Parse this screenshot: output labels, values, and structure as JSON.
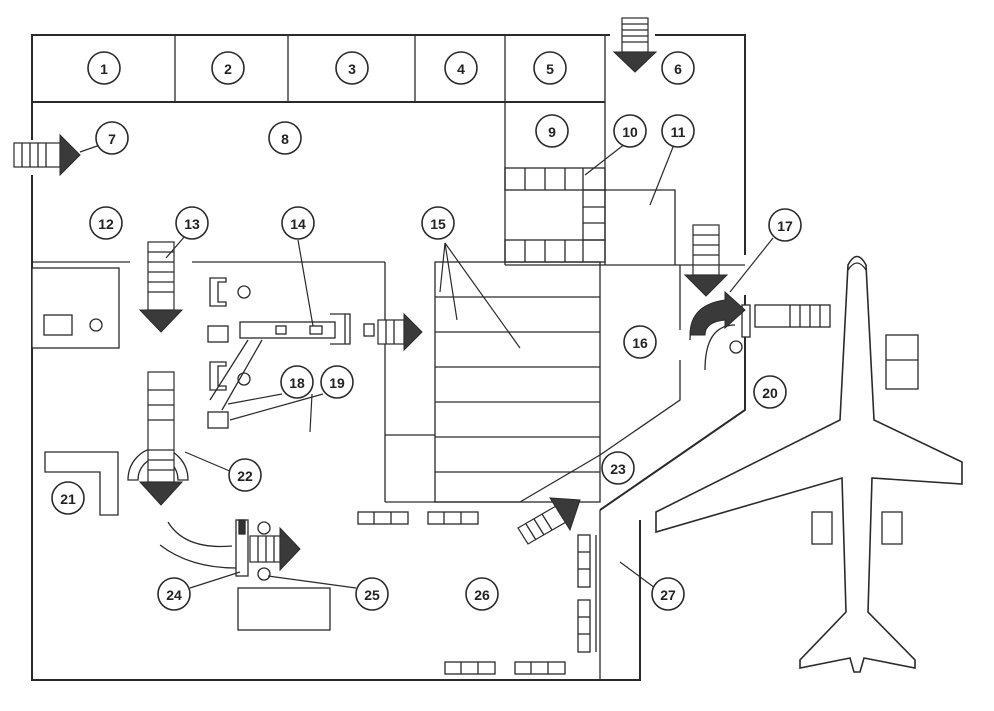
{
  "diagram": {
    "callouts": [
      "1",
      "2",
      "3",
      "4",
      "5",
      "6",
      "7",
      "8",
      "9",
      "10",
      "11",
      "12",
      "13",
      "14",
      "15",
      "16",
      "17",
      "18",
      "19",
      "20",
      "21",
      "22",
      "23",
      "24",
      "25",
      "26",
      "27"
    ]
  },
  "colors": {
    "line": "#2a2a2a",
    "arrow_fill": "#3a3a3a",
    "background": "#ffffff"
  }
}
